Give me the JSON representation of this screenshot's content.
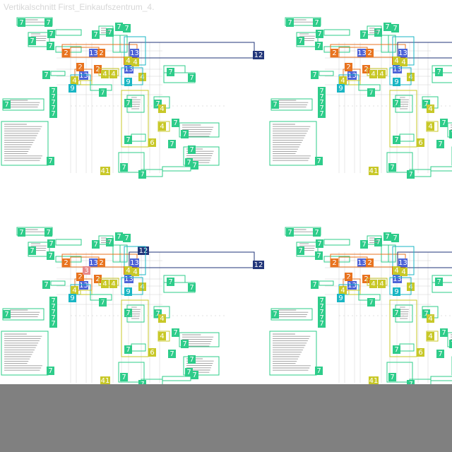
{
  "title": "Vertikalschnitt First_Einkaufszentrum_4.",
  "colors": {
    "background": "#ffffff",
    "footer_band": "#808080",
    "green": "#2ecc8a",
    "orange": "#e8731f",
    "blue": "#4d63d8",
    "navy": "#22367a",
    "yellow": "#c8c828",
    "cyan": "#19b6c4",
    "salmon": "#e88a8a",
    "line_gray": "#d0d0d0"
  },
  "panels": [
    {
      "name": "panel-top-left"
    },
    {
      "name": "panel-top-right"
    },
    {
      "name": "panel-bottom-left"
    },
    {
      "name": "panel-bottom-right"
    }
  ],
  "badge_labels": {
    "green": "7",
    "orange": "2",
    "blue": "13",
    "navy": "12",
    "cyan": "9",
    "yellow": "4",
    "yellow_alt": "6",
    "yellow_41": "41",
    "salmon": "3"
  }
}
